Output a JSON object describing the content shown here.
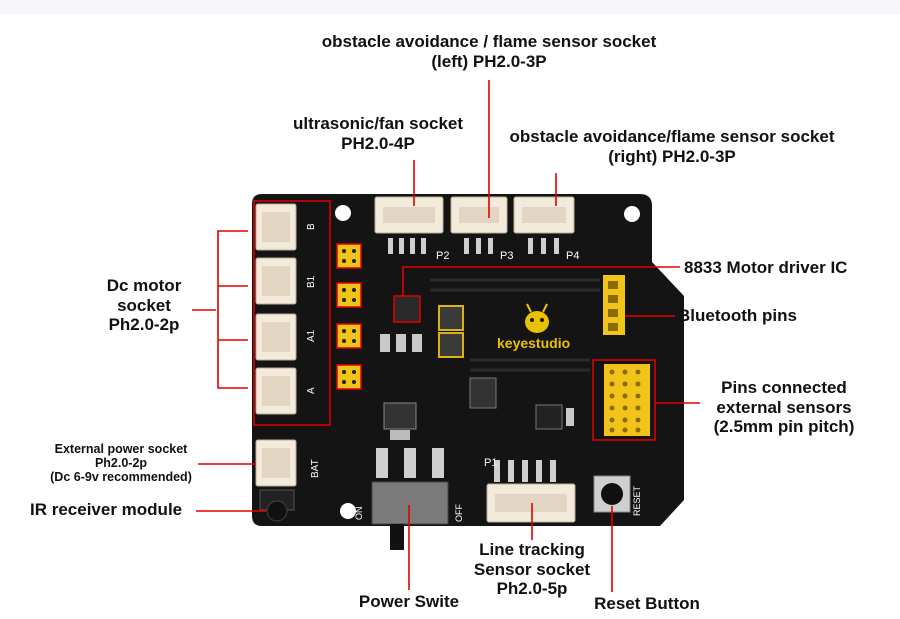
{
  "labels": {
    "obstacle_left": [
      "obstacle avoidance / flame sensor socket",
      "(left) PH2.0-3P"
    ],
    "ultrasonic": [
      "ultrasonic/fan socket",
      "PH2.0-4P"
    ],
    "obstacle_right": [
      "obstacle avoidance/flame sensor socket",
      "(right) PH2.0-3P"
    ],
    "motor_driver": [
      "8833 Motor driver IC"
    ],
    "bluetooth": [
      "Bluetooth pins"
    ],
    "external_pins": [
      "Pins connected",
      "external sensors",
      "(2.5mm pin pitch)"
    ],
    "dc_motor": [
      "Dc motor",
      "socket",
      "Ph2.0-2p"
    ],
    "ext_power": [
      "External power socket",
      "Ph2.0-2p",
      "(Dc 6-9v recommended)"
    ],
    "ir_receiver": [
      "IR receiver module"
    ],
    "line_tracking": [
      "Line tracking",
      "Sensor socket",
      "Ph2.0-5p"
    ],
    "power_switch": [
      "Power Swite"
    ],
    "reset_button": [
      "Reset Button"
    ]
  },
  "board": {
    "brand": "keyestudio",
    "silk_p1": "P1",
    "silk_p2": "P2",
    "silk_p3": "P3",
    "silk_p4": "P4",
    "silk_b": "B",
    "silk_b1": "B1",
    "silk_a1": "A1",
    "silk_a": "A",
    "silk_bat": "BAT",
    "silk_on": "ON",
    "silk_off": "OFF",
    "silk_reset": "RESET"
  },
  "colors": {
    "pcb": "#141414",
    "connector": "#f3eadc",
    "header": "#f2c318",
    "leader": "#e30000",
    "brand": "#e9c200"
  }
}
